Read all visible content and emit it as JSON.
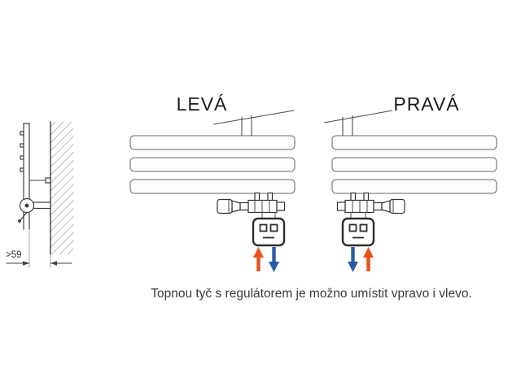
{
  "diagram": {
    "left_variant_label": "LEVÁ",
    "right_variant_label": "PRAVÁ",
    "dimension_label": ">59",
    "caption": "Topnou tyč s regulátorem je možno umístit vpravo i vlevo.",
    "colors": {
      "line": "#3f3f3f",
      "bar_outline": "#858585",
      "red_arrow": "#e8501b",
      "blue_arrow": "#2a5ba6"
    }
  }
}
